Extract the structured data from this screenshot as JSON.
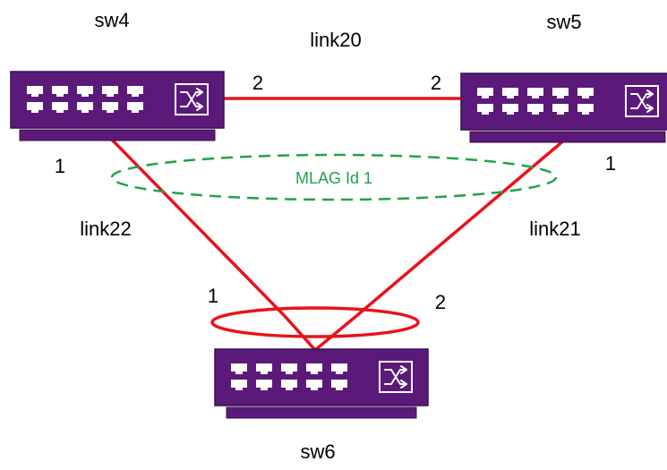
{
  "colors": {
    "switch_body": "#5b1a7a",
    "switch_base": "#5b1a7a",
    "port": "#ffffff",
    "link": "#e8131b",
    "mlag": "#1fa34a"
  },
  "switches": {
    "sw4": {
      "name": "sw4",
      "icon": "network-switch-icon"
    },
    "sw5": {
      "name": "sw5",
      "icon": "network-switch-icon"
    },
    "sw6": {
      "name": "sw6",
      "icon": "network-switch-icon"
    }
  },
  "links": {
    "link20": {
      "name": "link20",
      "port_a": "2",
      "port_b": "2"
    },
    "link21": {
      "name": "link21",
      "port_a": "1",
      "port_b": "2"
    },
    "link22": {
      "name": "link22",
      "port_a": "1",
      "port_b": "1"
    }
  },
  "mlag": {
    "label": "MLAG Id 1"
  }
}
